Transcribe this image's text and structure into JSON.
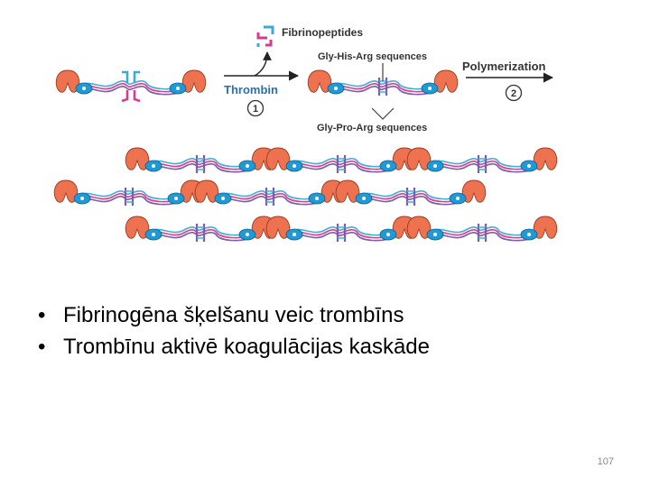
{
  "diagram": {
    "fibrinopeptides_label": "Fibrinopeptides",
    "gly_his_arg_label": "Gly-His-Arg sequences",
    "gly_pro_arg_label": "Gly-Pro-Arg sequences",
    "thrombin_label": "Thrombin",
    "step1_number": "1",
    "polymerization_label": "Polymerization",
    "step2_number": "2",
    "colors": {
      "outer_domain": "#EE7250",
      "central_blue": "#1E9AD7",
      "blue_line": "#43AEDC",
      "pink_line": "#E03C8C",
      "purple_line": "#7C5BB0",
      "thrombin_text": "#2A6FB0",
      "arrow": "#222222",
      "fibrinopeptide_blue": "#3AA9E0",
      "fibrinopeptide_pink": "#D43C92"
    }
  },
  "bullets": [
    "Fibrinogēna šķelšanu veic trombīns",
    "Trombīnu aktivē koagulācijas kaskāde"
  ],
  "page_number": "107"
}
